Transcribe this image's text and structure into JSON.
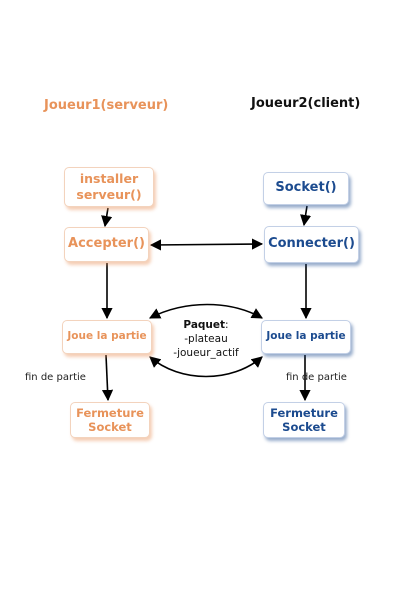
{
  "columns": {
    "server_title": "Joueur1(serveur)",
    "client_title": "Joueur2(client)"
  },
  "server": {
    "install_line1": "installer",
    "install_line2": "serveur()",
    "accept": "Accepter()",
    "play": "Joue la partie",
    "close_line1": "Fermeture",
    "close_line2": "Socket",
    "end_label": "fin de partie"
  },
  "client": {
    "socket": "Socket()",
    "connect": "Connecter()",
    "play": "Joue la partie",
    "close_line1": "Fermeture",
    "close_line2": "Socket",
    "end_label": "fin de partie"
  },
  "packet": {
    "title": "Paquet",
    "colon": ":",
    "field1": "-plateau",
    "field2": "-joueur_actif"
  },
  "colors": {
    "server": "#e8935a",
    "client": "#1c4b8f",
    "arrow": "#000000"
  }
}
